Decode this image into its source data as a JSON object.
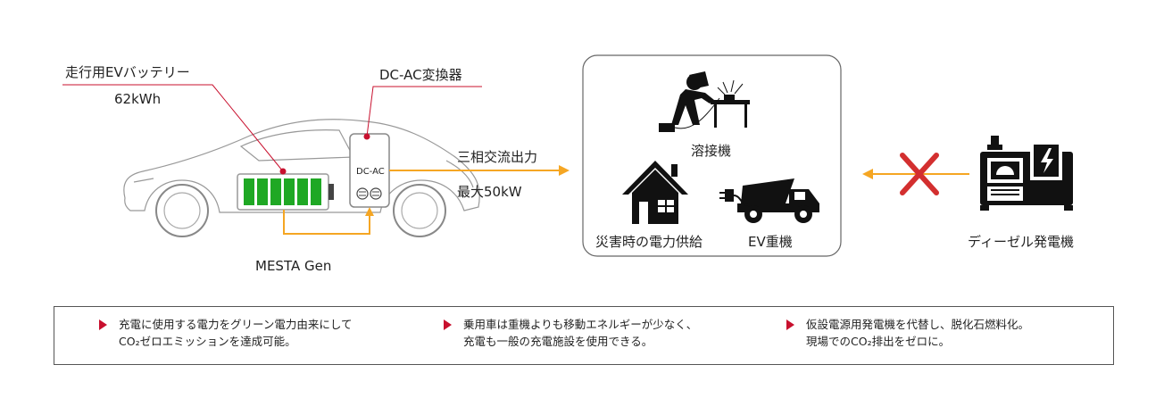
{
  "battery": {
    "title": "走行用EVバッテリー",
    "capacity": "62kWh"
  },
  "converter": {
    "title": "DC-AC変換器",
    "device_label": "DC-AC"
  },
  "output": {
    "line1": "三相交流出力",
    "line2": "最大50kW"
  },
  "vehicle": {
    "name": "MESTA Gen"
  },
  "uses": {
    "welder": "溶接機",
    "house": "災害時の電力供給",
    "ev": "EV重機"
  },
  "diesel": {
    "label": "ディーゼル発電機"
  },
  "notes": [
    {
      "line1": "充電に使用する電力をグリーン電力由来にして",
      "line2": "CO₂ゼロエミッションを達成可能。"
    },
    {
      "line1": "乗用車は重機よりも移動エネルギーが少なく、",
      "line2": "充電も一般の充電施設を使用できる。"
    },
    {
      "line1": "仮設電源用発電機を代替し、脱化石燃料化。",
      "line2": "現場でのCO₂排出をゼロに。"
    }
  ],
  "colors": {
    "accent_red": "#c8102e",
    "battery_green": "#1fa824",
    "flow_orange": "#f5a623",
    "cross_red": "#d32f2f"
  }
}
